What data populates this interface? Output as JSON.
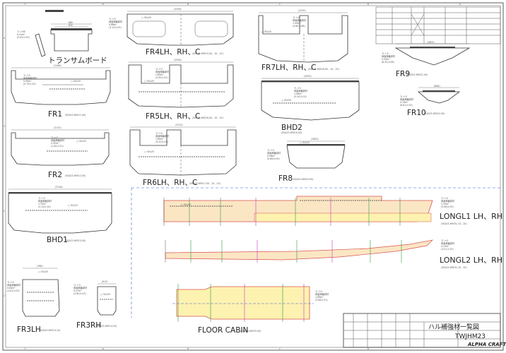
{
  "sheet": {
    "zones_top": [
      "f",
      "e",
      "d",
      "c",
      "b",
      "a"
    ],
    "zones_side": [
      "4",
      "3",
      "2",
      "1"
    ],
    "drawing_number": "TWJHM23",
    "drawing_title": "ハル補強材一覧図",
    "company": "ALPHA CRAFT"
  },
  "parts": {
    "transom": {
      "title": "トランサムボード",
      "dim1": "880",
      "dim2": "830",
      "note1": "ラ-トNS",
      "note2": "0.41m²",
      "note3": "(0.09,0.29)"
    },
    "fr1": {
      "title": "FR1",
      "part_no": "(SSA23-69511-00)",
      "dim": "(2186)",
      "note1": "ラ-トG",
      "note2": "両面無輪郭材",
      "note3": "0.90m²",
      "note4": "(0.79,0.25)",
      "hole": "□ 92x25"
    },
    "fr2": {
      "title": "FR2",
      "part_no": "(SSA23-69512-00)",
      "dim": "(2110)",
      "note1": "ラ-トG",
      "note2": "両面無輪郭材",
      "note3": "0.42m²",
      "note4": "(1.40,0.51)",
      "hole": "□ 92x25"
    },
    "bhd1": {
      "title": "BHD1",
      "part_no": "(SSA23-69513-00)",
      "dim": "(2128)",
      "note1": "ラ-トG",
      "note2": "両面無輪郭材",
      "note3": "1.33m²",
      "note4": "(2.10,0.10)",
      "hole": "□ 92x25"
    },
    "fr3lh": {
      "title": "FR3LH",
      "part_no": "(SSA23-69514-10)",
      "dim": "(766)",
      "note1": "ラ-トG",
      "note2": "両面無輪郭材",
      "note3": "0.64m²",
      "note4": "(2.61,0.03)",
      "hole": "□ 92x25"
    },
    "fr3rh": {
      "title": "FR3RH",
      "part_no": "(SSA23-69514-20)",
      "dim": "(613)",
      "note1": "ラ-トG",
      "note2": "両面無輪郭材",
      "note3": "0.47m²",
      "note4": "(2.60,0.03)",
      "hole": "□ 92x25"
    },
    "fr4": {
      "title": "FR4LH、RH、C",
      "part_no": "(SSA23-69515-00、10、20)",
      "dim": "(2258)",
      "note1": "ラ-トG",
      "note2": "両面無輪郭材",
      "note3": "0.86m²",
      "note4": "(3.10,0.03)",
      "hole": "□ 92x25"
    },
    "fr5": {
      "title": "FR5LH、RH、C",
      "part_no": "(SSA23-69516-00、10、20)",
      "dim": "(2258)",
      "note1": "ラ-トG",
      "note2": "両面無輪郭材",
      "note3": "1.89m²",
      "note4": "(3.50,0.02)",
      "hole": "□ 92x25"
    },
    "fr6": {
      "title": "FR6LH、RH、C",
      "part_no": "(SSA23-69517-00、10、20)",
      "dim": "(2310)",
      "note1": "ラ-トG",
      "note2": "両面無輪郭材",
      "note3": "1.80m²",
      "note4": "(4.20,0.03)",
      "hole": "□ 92x25"
    },
    "fr7": {
      "title": "FR7LH、RH、C",
      "part_no": "(SSA23-69518-00、10、20)",
      "dim": "(2230)",
      "note1": "ラ-トG",
      "note2": "両面無輪郭材",
      "note3": "1.45m²",
      "note4": "(4.80,0.68)",
      "hole": "□ 92x25"
    },
    "bhd2": {
      "title": "BHD2",
      "part_no": "(SSA23-69519-00)",
      "dim": "(2055)",
      "note1": "ラ-トG",
      "note2": "両面無輪郭材",
      "note3": "1.06m²",
      "note4": "(5.30,0.03)",
      "hole": "□ 92x25"
    },
    "fr8": {
      "title": "FR8",
      "part_no": "(SSA23-69520-00)",
      "dim": "(1850)",
      "note1": "ラ-トG",
      "note2": "両面無輪郭材",
      "note3": "0.58m²",
      "note4": "(5.66,0.09)",
      "hole": "□ 92x25"
    },
    "fr9": {
      "title": "FR9",
      "part_no": "(SSA23-69521-00)",
      "dim": "(1605)",
      "note1": "ラ-トG",
      "note2": "両面無輪郭材",
      "note3": "0.34m²",
      "note4": "(6.30,0.06)"
    },
    "fr10": {
      "title": "FR10",
      "part_no": "(SSA23-69522-00)",
      "dim": "(806)",
      "note1": "ラ-トG",
      "note2": "両面無輪郭材",
      "note3": "0.10m²",
      "note4": "(6.61,0.53)"
    },
    "longl1": {
      "title": "LONGL1 LH、RH",
      "part_no": "(SSA23-69531-10、20)",
      "note1": "ラ-トG",
      "note2": "両面無輪郭材",
      "note3": "2.24m²",
      "note4": "(3.96,0.03)",
      "hole": "□ 92x25"
    },
    "longl2": {
      "title": "LONGL2 LH、RH",
      "part_no": "(SSA23-69531-10、20)",
      "note1": "ラ-トG",
      "note2": "両面無輪郭材",
      "note3": "0.15m²",
      "note4": "(3.01,0.25)"
    },
    "floor": {
      "title": "FLOOR CABIN",
      "part_no": "(SSA23-69533-00)",
      "note1": "ラ-トG",
      "note2": "両面無輪郭材",
      "note3": "1.89m²",
      "note4": "(3.68,0.21)"
    }
  },
  "colors": {
    "frame": "#444444",
    "fill_longl": "#fbe6c4",
    "fill_floor": "#fdf2b0",
    "outline_red": "#d9534f",
    "dash_blue": "#3a5fcd"
  }
}
